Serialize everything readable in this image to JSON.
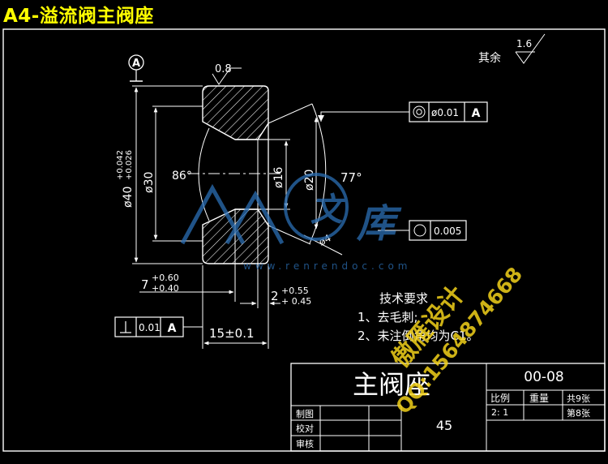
{
  "heading": "A4-溢流阀主阀座",
  "roughness": {
    "rest_label": "其余",
    "rest_value": "1.6",
    "face_value": "0.8"
  },
  "datum": "A",
  "dimensions": {
    "d40": "ø40",
    "d40_tol_upper": "+0.042",
    "d40_tol_lower": "+0.026",
    "d30": "ø30",
    "d16": "ø16",
    "d20": "ø20",
    "angle_86": "86°",
    "angle_77": "77°",
    "r4": "ø4",
    "dim7": "7",
    "dim7_upper": "+0.60",
    "dim7_lower": "+0.40",
    "dim2": "2",
    "dim2_upper": "+0.55",
    "dim2_lower": "+ 0.45",
    "length": "15±0.1"
  },
  "tolerances": {
    "concentricity_value": "ø0.01",
    "concentricity_datum": "A",
    "circularity_value": "0.005",
    "perpendicularity_value": "0.01",
    "perpendicularity_datum": "A"
  },
  "tech_requirements": {
    "title": "技术要求",
    "items": [
      "1、去毛刺;",
      "2、未注倒角均为C1。"
    ]
  },
  "title_block": {
    "part_name": "主阀座",
    "drawing_no": "00-08",
    "scale_label": "比例",
    "weight_label": "重量",
    "total_sheets": "共9张",
    "scale_value": "2: 1",
    "sheet_no": "第8张",
    "drawn_by": "制图",
    "checked_by": "校对",
    "approved_by": "审核",
    "material": "45"
  },
  "watermark": {
    "logo_text": "人人文库",
    "site_text": "www.renrendoc.com",
    "overlay_line1": "傲雁设计",
    "overlay_line2": "QQ:1564874668"
  },
  "colors": {
    "background": "#000000",
    "lines": "#ffffff",
    "heading": "#ffff00",
    "watermark_blue": "#2b6fb5",
    "overlay_yellow": "#f3d21b"
  }
}
